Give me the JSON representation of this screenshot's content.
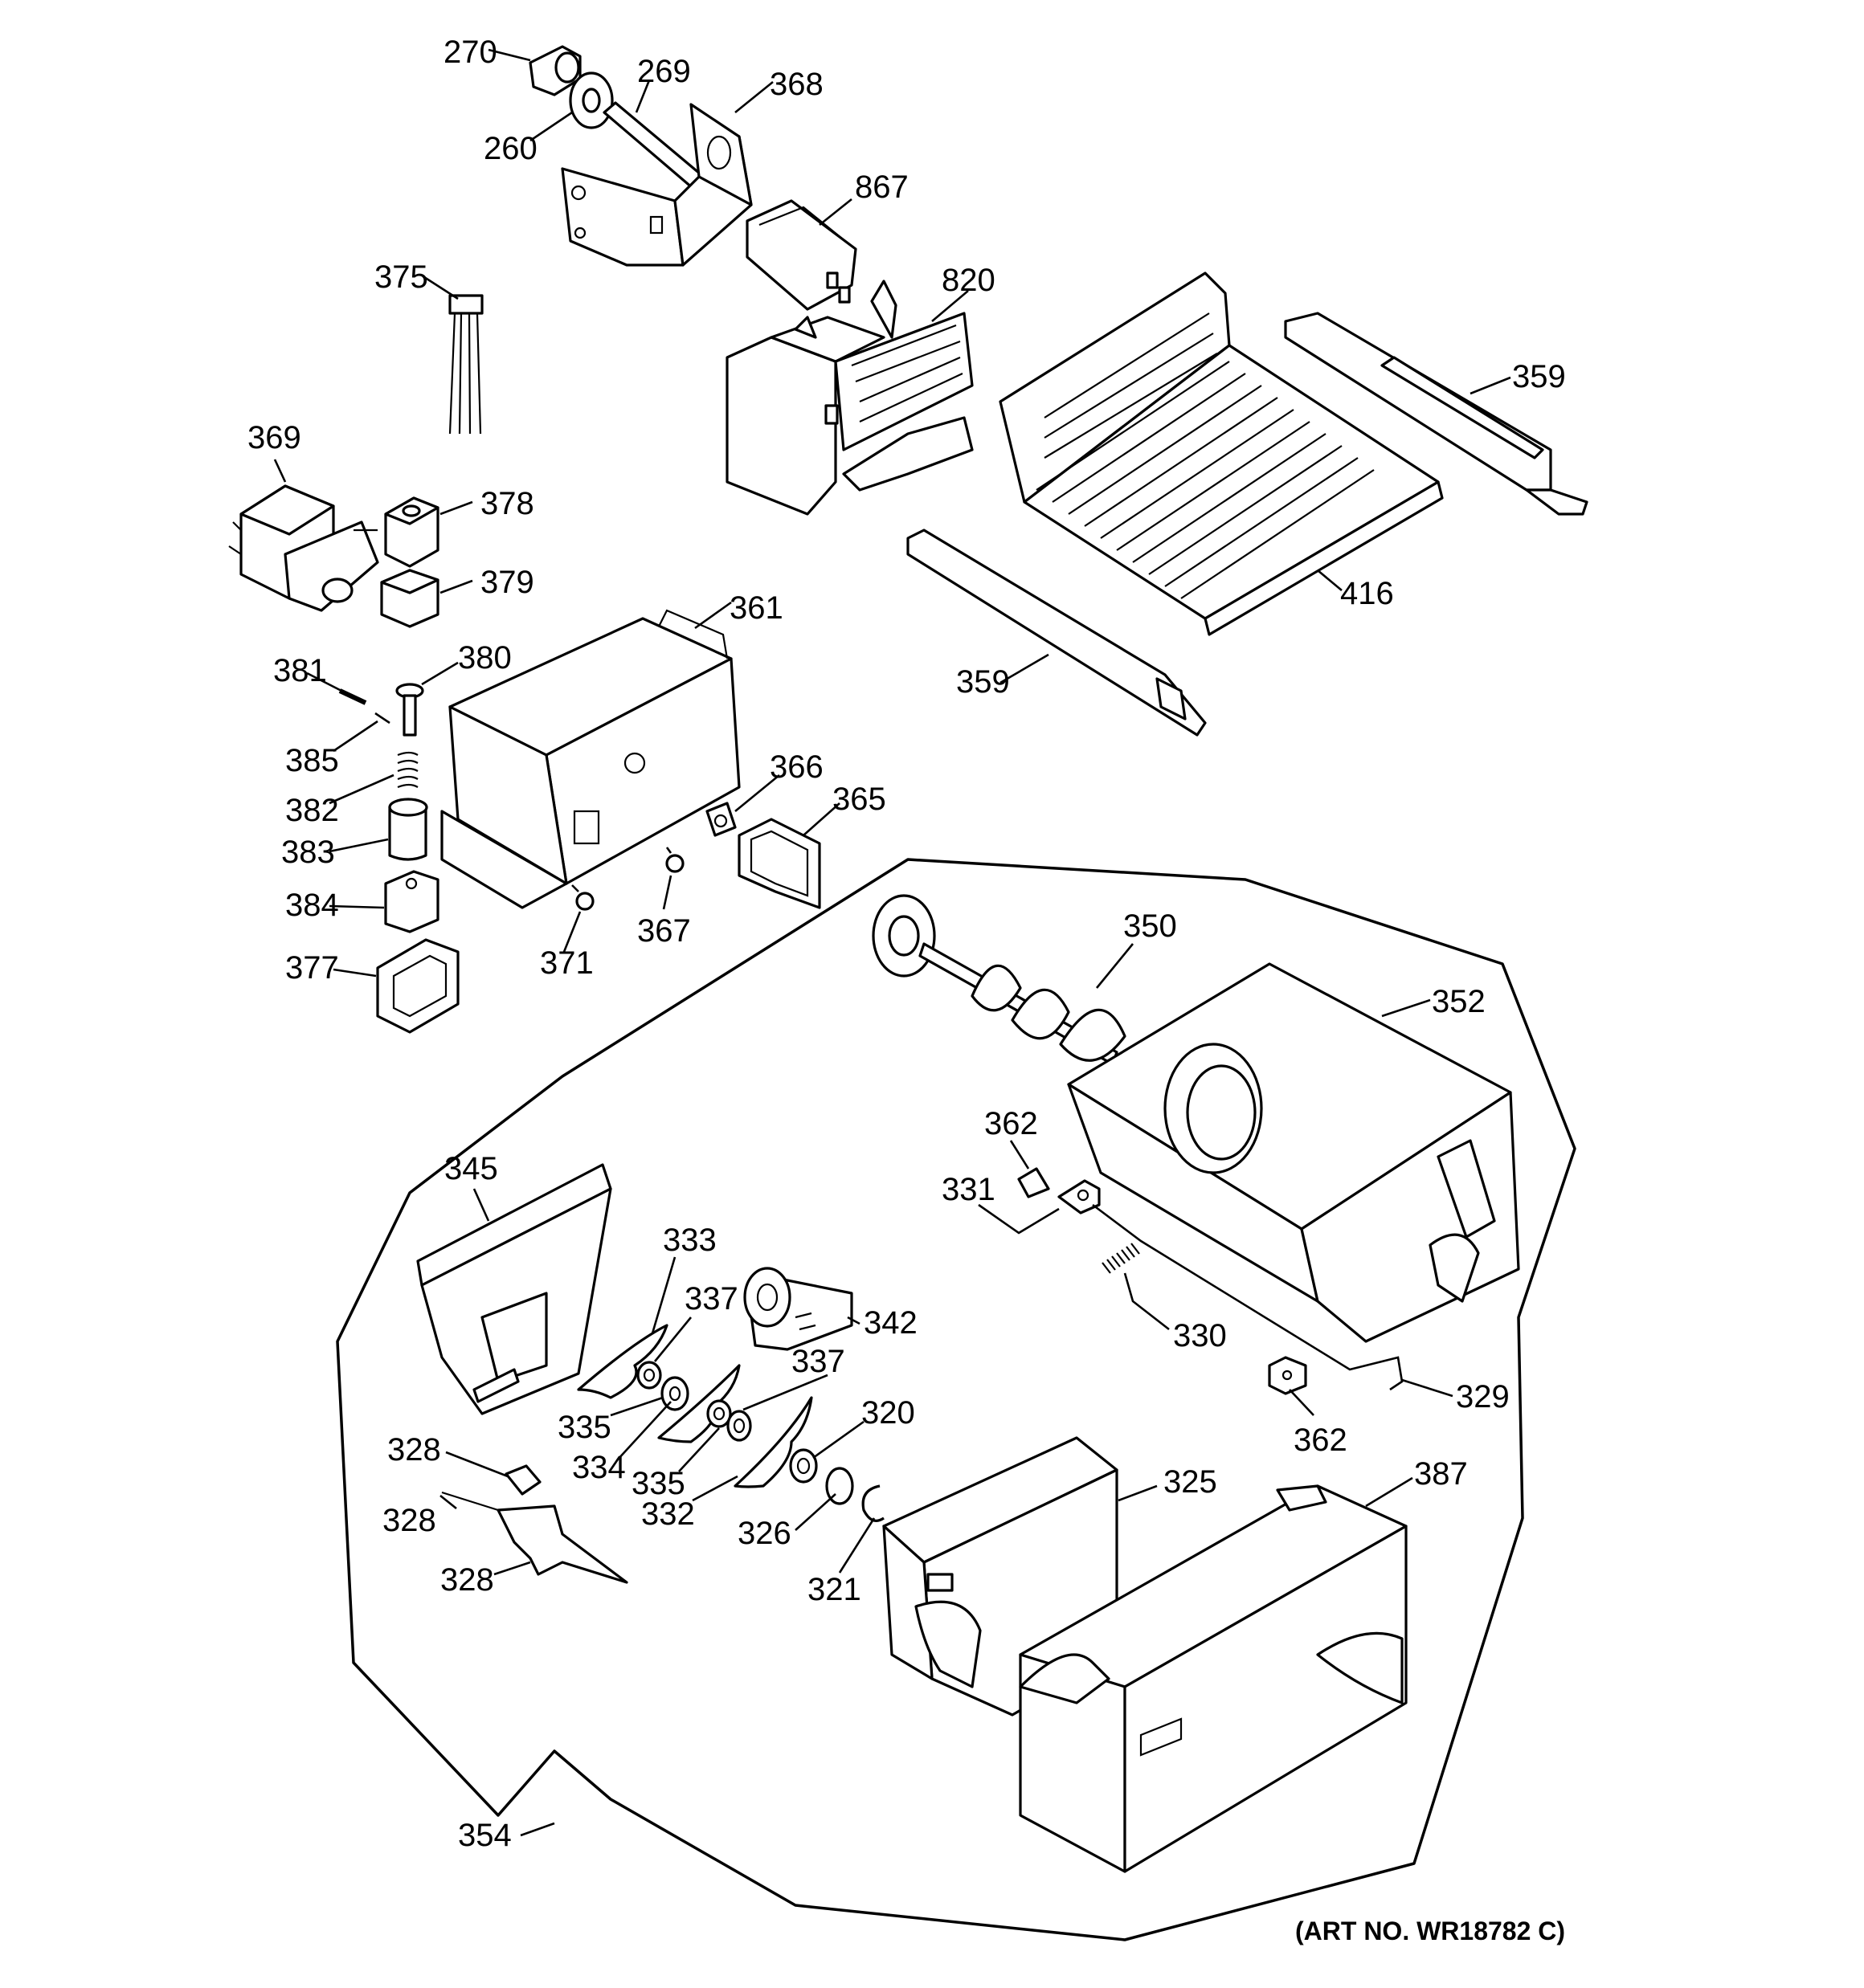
{
  "diagram": {
    "art_number": "(ART NO. WR18782 C)",
    "callouts": [
      "270",
      "269",
      "368",
      "260",
      "867",
      "820",
      "375",
      "359",
      "369",
      "378",
      "379",
      "361",
      "416",
      "381",
      "380",
      "359",
      "385",
      "366",
      "382",
      "365",
      "383",
      "384",
      "371",
      "367",
      "377",
      "350",
      "352",
      "362",
      "331",
      "345",
      "333",
      "337",
      "342",
      "330",
      "337",
      "335",
      "320",
      "329",
      "362",
      "334",
      "335",
      "328",
      "328",
      "332",
      "326",
      "321",
      "325",
      "387",
      "328",
      "354"
    ]
  }
}
